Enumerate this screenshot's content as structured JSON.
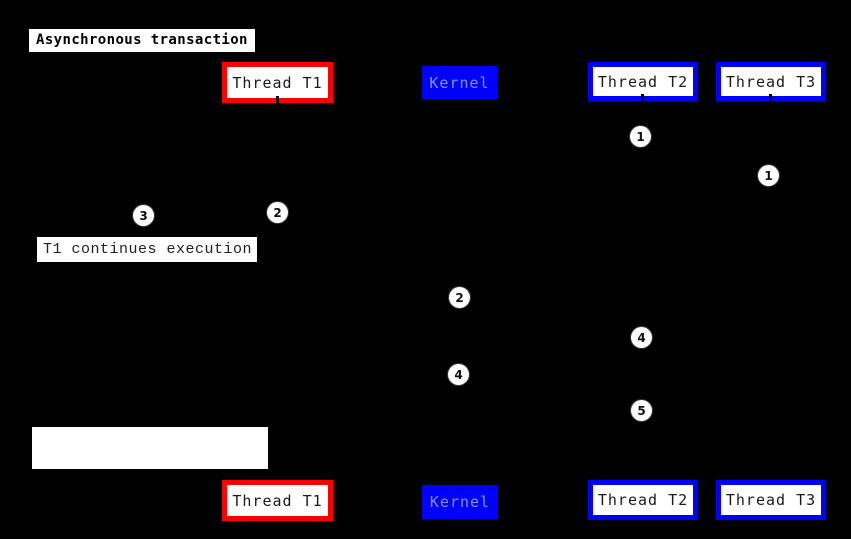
{
  "diagram": {
    "title": "Asynchronous transaction",
    "notes": {
      "t1_continues": "T1 continues execution",
      "bottom_left_empty": ""
    },
    "participants": [
      {
        "id": "thread-t1",
        "label": "Thread T1",
        "style": "red-outline"
      },
      {
        "id": "kernel",
        "label": "Kernel",
        "style": "blue-fill"
      },
      {
        "id": "thread-t2",
        "label": "Thread T2",
        "style": "blue-outline"
      },
      {
        "id": "thread-t3",
        "label": "Thread T3",
        "style": "blue-outline"
      }
    ],
    "sequence_numbers": [
      {
        "label": "1",
        "lifeline": "thread-t2"
      },
      {
        "label": "1",
        "lifeline": "thread-t3"
      },
      {
        "label": "3",
        "lifeline": "left-of-thread-t1"
      },
      {
        "label": "2",
        "lifeline": "thread-t1"
      },
      {
        "label": "2",
        "lifeline": "kernel"
      },
      {
        "label": "4",
        "lifeline": "thread-t2"
      },
      {
        "label": "4",
        "lifeline": "kernel"
      },
      {
        "label": "5",
        "lifeline": "thread-t2"
      }
    ],
    "colors": {
      "background": "#000000",
      "box_fill": "#ffffff",
      "red_border": "#ff0000",
      "blue_border": "#0000ff",
      "kernel_fill": "#0000ff",
      "kernel_text": "#9090ff",
      "text": "#000000"
    }
  }
}
